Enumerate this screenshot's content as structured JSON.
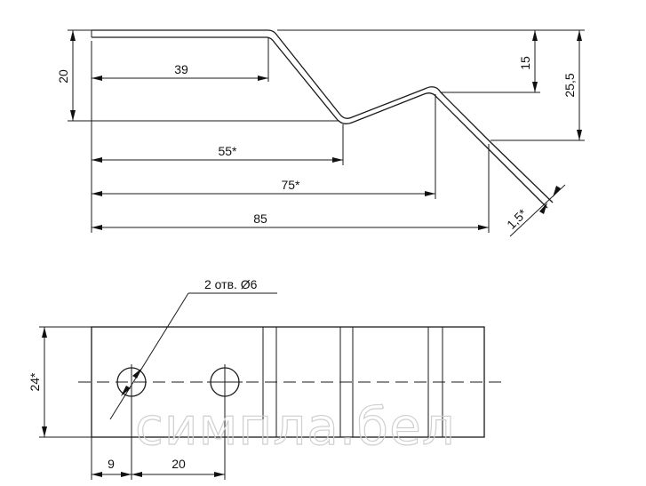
{
  "side_view": {
    "dim_thickness_label": "20",
    "dim_39_label": "39",
    "dim_55_label": "55*",
    "dim_75_label": "75*",
    "dim_85_label": "85",
    "dim_15_label": "15",
    "dim_25_5_label": "25,5",
    "dim_1_5_label": "1,5*"
  },
  "plan_view": {
    "holes_callout": "2 отв. Ø6",
    "dim_width_label": "24*",
    "dim_9_label": "9",
    "dim_20_label": "20"
  },
  "watermark": "симпла.бел"
}
